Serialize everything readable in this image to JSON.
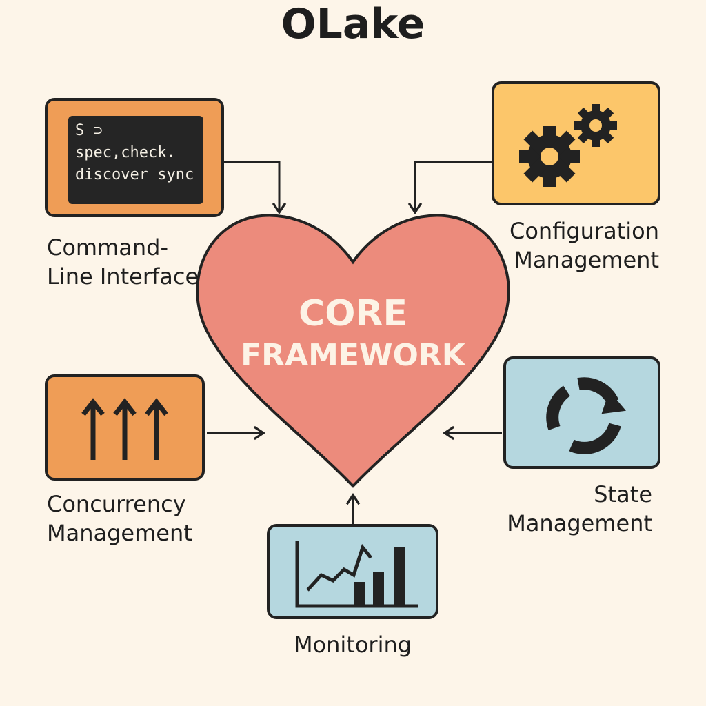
{
  "title": "OLake",
  "core": {
    "line1": "CORE",
    "line2": "FRAMEWORK",
    "color": "#ec8b7c"
  },
  "cli": {
    "terminal": [
      "S ⊃",
      "spec,check.",
      "discover sync"
    ],
    "label_line1": "Command-",
    "label_line2": "Line Interface",
    "icon": "terminal-icon",
    "color": "#ef9d56"
  },
  "config": {
    "label_line1": "Configuration",
    "label_line2": "Management",
    "icon": "gears-icon",
    "color": "#fcc66a"
  },
  "concurrency": {
    "label_line1": "Concurrency",
    "label_line2": "Management",
    "icon": "up-arrows-icon",
    "color": "#ef9d56"
  },
  "state": {
    "label_line1": "State",
    "label_line2": "Management",
    "icon": "cycle-icon",
    "color": "#b5d7df"
  },
  "monitoring": {
    "label": "Monitoring",
    "icon": "chart-icon",
    "color": "#b5d7df"
  }
}
